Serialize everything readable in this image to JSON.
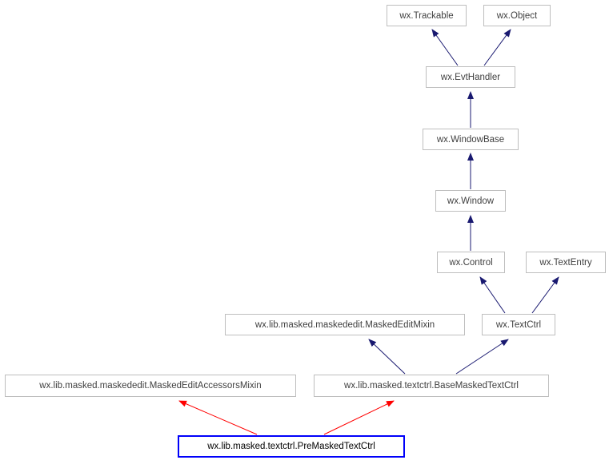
{
  "diagram": {
    "kind": "class-inheritance-graph",
    "nodes": [
      {
        "id": "wx-trackable",
        "label": "wx.Trackable",
        "highlighted": false
      },
      {
        "id": "wx-object",
        "label": "wx.Object",
        "highlighted": false
      },
      {
        "id": "wx-evthandler",
        "label": "wx.EvtHandler",
        "highlighted": false
      },
      {
        "id": "wx-windowbase",
        "label": "wx.WindowBase",
        "highlighted": false
      },
      {
        "id": "wx-window",
        "label": "wx.Window",
        "highlighted": false
      },
      {
        "id": "wx-control",
        "label": "wx.Control",
        "highlighted": false
      },
      {
        "id": "wx-textentry",
        "label": "wx.TextEntry",
        "highlighted": false
      },
      {
        "id": "masked-edit-mixin",
        "label": "wx.lib.masked.maskededit.MaskedEditMixin",
        "highlighted": false
      },
      {
        "id": "wx-textctrl",
        "label": "wx.TextCtrl",
        "highlighted": false
      },
      {
        "id": "masked-edit-accessors",
        "label": "wx.lib.masked.maskededit.MaskedEditAccessorsMixin",
        "highlighted": false
      },
      {
        "id": "base-masked-textctrl",
        "label": "wx.lib.masked.textctrl.BaseMaskedTextCtrl",
        "highlighted": false
      },
      {
        "id": "pre-masked-textctrl",
        "label": "wx.lib.masked.textctrl.PreMaskedTextCtrl",
        "highlighted": true
      }
    ],
    "edges": [
      {
        "from": "wx.EvtHandler",
        "to": "wx.Trackable",
        "color_key": "inherit"
      },
      {
        "from": "wx.EvtHandler",
        "to": "wx.Object",
        "color_key": "inherit"
      },
      {
        "from": "wx.WindowBase",
        "to": "wx.EvtHandler",
        "color_key": "inherit"
      },
      {
        "from": "wx.Window",
        "to": "wx.WindowBase",
        "color_key": "inherit"
      },
      {
        "from": "wx.Control",
        "to": "wx.Window",
        "color_key": "inherit"
      },
      {
        "from": "wx.TextCtrl",
        "to": "wx.Control",
        "color_key": "inherit"
      },
      {
        "from": "wx.TextCtrl",
        "to": "wx.TextEntry",
        "color_key": "inherit"
      },
      {
        "from": "wx.lib.masked.textctrl.BaseMaskedTextCtrl",
        "to": "wx.lib.masked.maskededit.MaskedEditMixin",
        "color_key": "inherit"
      },
      {
        "from": "wx.lib.masked.textctrl.BaseMaskedTextCtrl",
        "to": "wx.TextCtrl",
        "color_key": "inherit"
      },
      {
        "from": "wx.lib.masked.textctrl.PreMaskedTextCtrl",
        "to": "wx.lib.masked.maskededit.MaskedEditAccessorsMixin",
        "color_key": "direct"
      },
      {
        "from": "wx.lib.masked.textctrl.PreMaskedTextCtrl",
        "to": "wx.lib.masked.textctrl.BaseMaskedTextCtrl",
        "color_key": "direct"
      }
    ],
    "colors": {
      "inherit": "#191970",
      "direct": "#ff0000",
      "node_border": "#bebebe",
      "highlight_border": "#0000fa",
      "background": "#ffffff"
    }
  }
}
